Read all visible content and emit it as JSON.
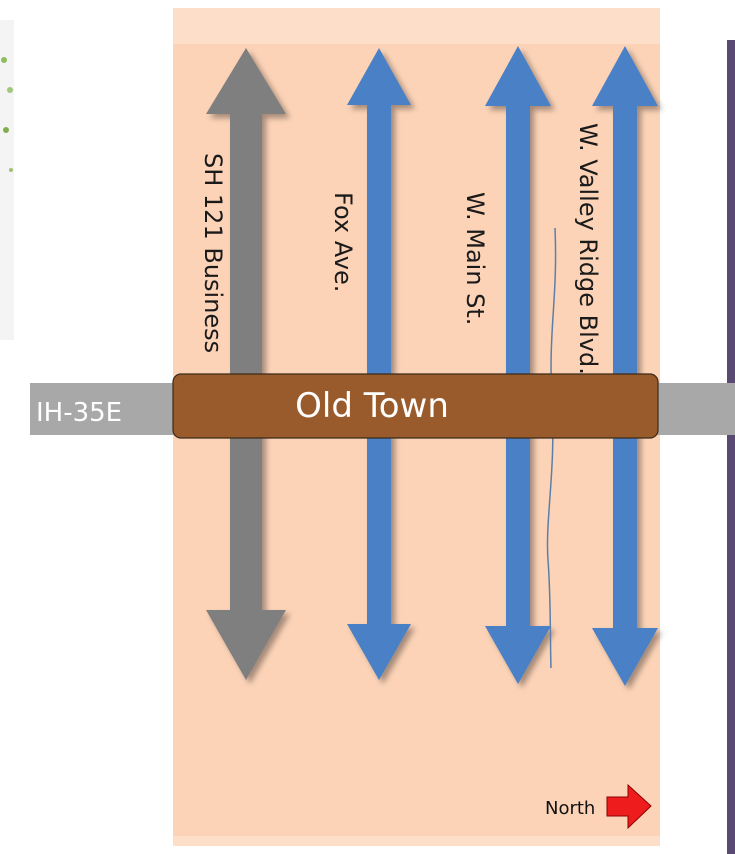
{
  "roads": [
    {
      "label": "SH 121 Business",
      "color": "#7f7f7f"
    },
    {
      "label": "Fox Ave.",
      "color": "#4a80c6"
    },
    {
      "label": "W. Main St.",
      "color": "#4a80c6"
    },
    {
      "label": "W. Valley Ridge Blvd.",
      "color": "#4a80c6"
    }
  ],
  "highway": {
    "label": "IH-35E",
    "color": "#a8a8a8"
  },
  "district": {
    "label": "Old Town",
    "color": "#9a5b2c"
  },
  "compass": {
    "label": "North",
    "arrow_color": "#ee1c1c"
  },
  "colors": {
    "background_panel": "#fcd3b7",
    "right_border": "#5a4a72"
  }
}
